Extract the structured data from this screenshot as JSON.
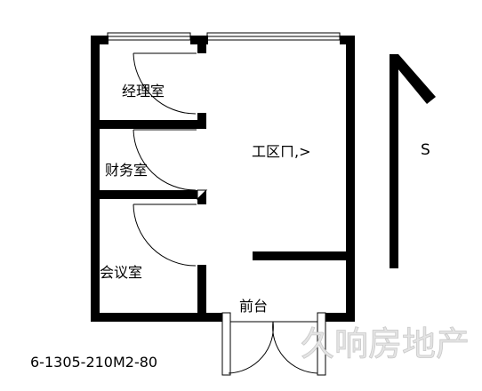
{
  "floorplan": {
    "rooms": {
      "manager_office": "经理室",
      "finance_office": "财务室",
      "meeting_room": "会议室",
      "work_area": "工区ㄇ,>",
      "front_desk": "前台"
    },
    "compass": {
      "direction_label": "S"
    },
    "plan_code": "6-1305-210M2-80",
    "watermark": "久响房地产"
  }
}
